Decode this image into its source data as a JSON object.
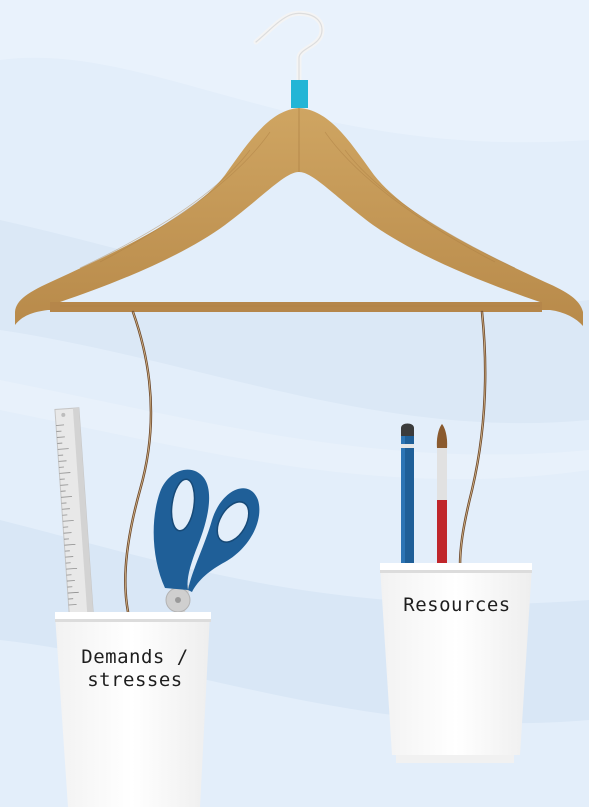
{
  "cups": {
    "left_label_line1": "Demands /",
    "left_label_line2": "stresses",
    "right_label": "Resources"
  },
  "colors": {
    "background": "#e3eefa",
    "hanger_wood": "#c79a57",
    "hanger_clip": "#22b5d6",
    "scissors": "#1f5f98",
    "cup": "#ffffff",
    "pencil_blue": "#1f5f98",
    "brush_red": "#c0262b"
  },
  "icons": [
    "hanger-icon",
    "ruler-icon",
    "scissors-icon",
    "pencil-icon",
    "paintbrush-icon",
    "cup-icon"
  ]
}
